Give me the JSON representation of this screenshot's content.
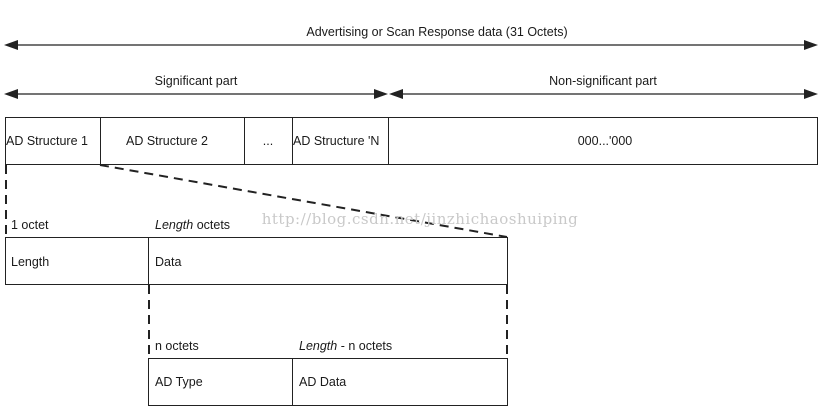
{
  "top": {
    "total_label": "Advertising or Scan Response data (31 Octets)",
    "significant_label": "Significant part",
    "non_significant_label": "Non-significant part"
  },
  "structures_row": {
    "cells": [
      {
        "label": "AD Structure 1"
      },
      {
        "label": "AD Structure 2"
      },
      {
        "label": "..."
      },
      {
        "label": "AD Structure 'N"
      },
      {
        "label": "000...'000"
      }
    ]
  },
  "ad_structure": {
    "length_octets_label": "1 octet",
    "data_octets_italic": "Length",
    "data_octets_suffix": " octets",
    "length_field": "Length",
    "data_field": "Data"
  },
  "ad_data": {
    "type_octets_label": "n octets",
    "data_octets_italic": "Length",
    "data_octets_suffix": " - n octets",
    "type_field": "AD Type",
    "data_field": "AD Data"
  },
  "watermark": "http://blog.csdn.net/jinzhichaoshuiping"
}
